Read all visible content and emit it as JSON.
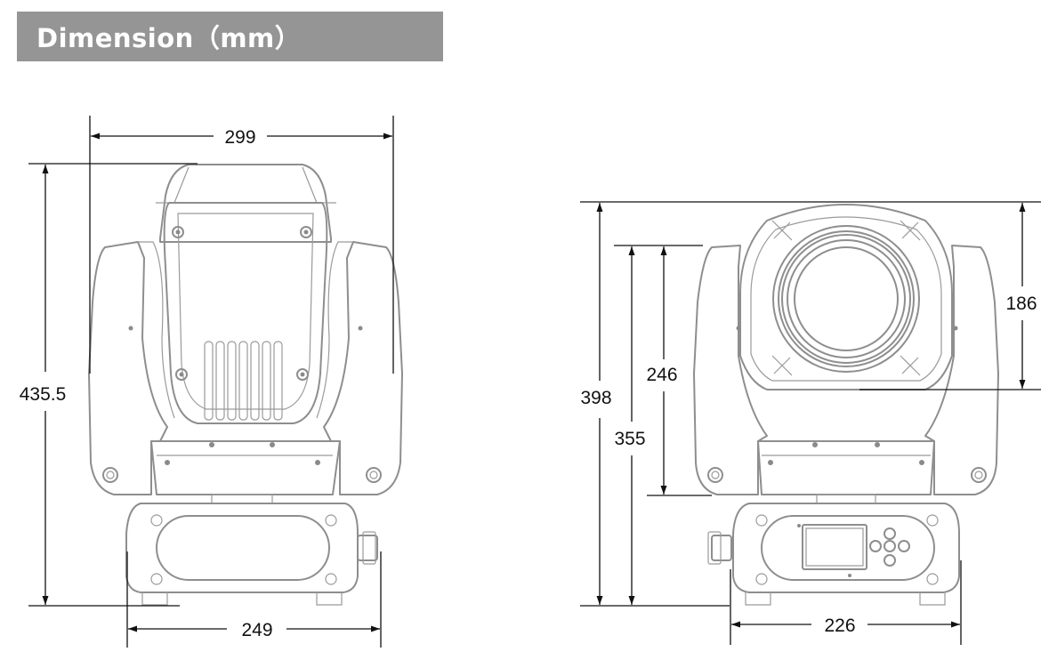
{
  "header": {
    "title": "Dimension（mm）",
    "background_color": "#959595",
    "text_color": "#ffffff"
  },
  "front_view": {
    "width_top": "299",
    "height": "435.5",
    "base_width": "249"
  },
  "side_view": {
    "height_total": "398",
    "height_lower": "355",
    "height_head": "246",
    "lens_height": "186",
    "base_width": "226"
  }
}
